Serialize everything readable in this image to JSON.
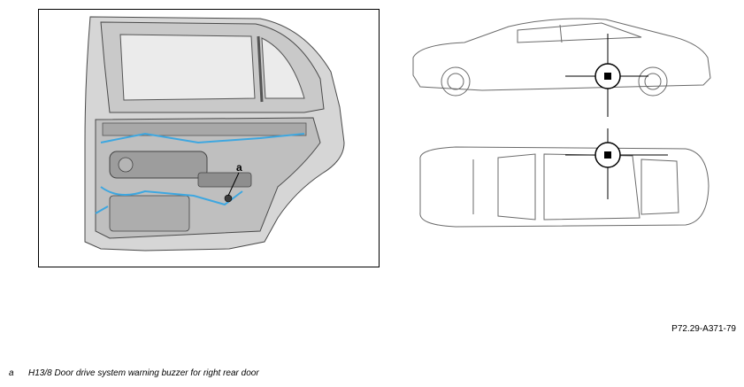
{
  "figure": {
    "callout_letter": "a",
    "reference_code": "P72.29-A371-79",
    "legend": [
      {
        "key": "a",
        "text": "H13/8 Door drive system warning buzzer for right rear door"
      }
    ]
  },
  "colors": {
    "line": "#4a4a4a",
    "door_panel": "#c6c6c6",
    "door_frame": "#d6d6d6",
    "glass": "#ebebeb",
    "harness_blue": "#3ea7e0",
    "marker": "#000000"
  }
}
